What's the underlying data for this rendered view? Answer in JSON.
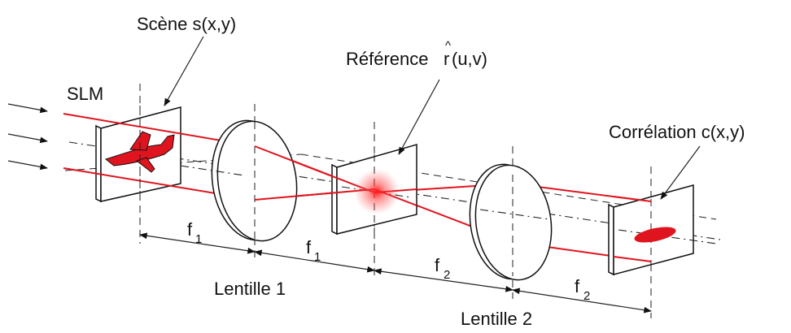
{
  "labels": {
    "scene": "Scène s(x,y)",
    "slm": "SLM",
    "reference": "Référence r(u,v)",
    "reference_prefix": "Référence ",
    "reference_r": "r",
    "reference_hat": "^",
    "reference_args": "(u,v)",
    "correlation": "Corrélation c(x,y)",
    "lens1": "Lentille 1",
    "lens2": "Lentille 2",
    "f1_a": "f",
    "f1_a_sub": "1",
    "f1_b": "f",
    "f1_b_sub": "1",
    "f2_a": "f",
    "f2_a_sub": "2",
    "f2_b": "f",
    "f2_b_sub": "2"
  },
  "colors": {
    "ray": "#e0141e",
    "object": "#e0141e",
    "glow": "#ff3030",
    "outline": "#111111"
  },
  "icons": {
    "object": "airplane-icon",
    "correlation_spot": "ellipse-spot-icon"
  }
}
